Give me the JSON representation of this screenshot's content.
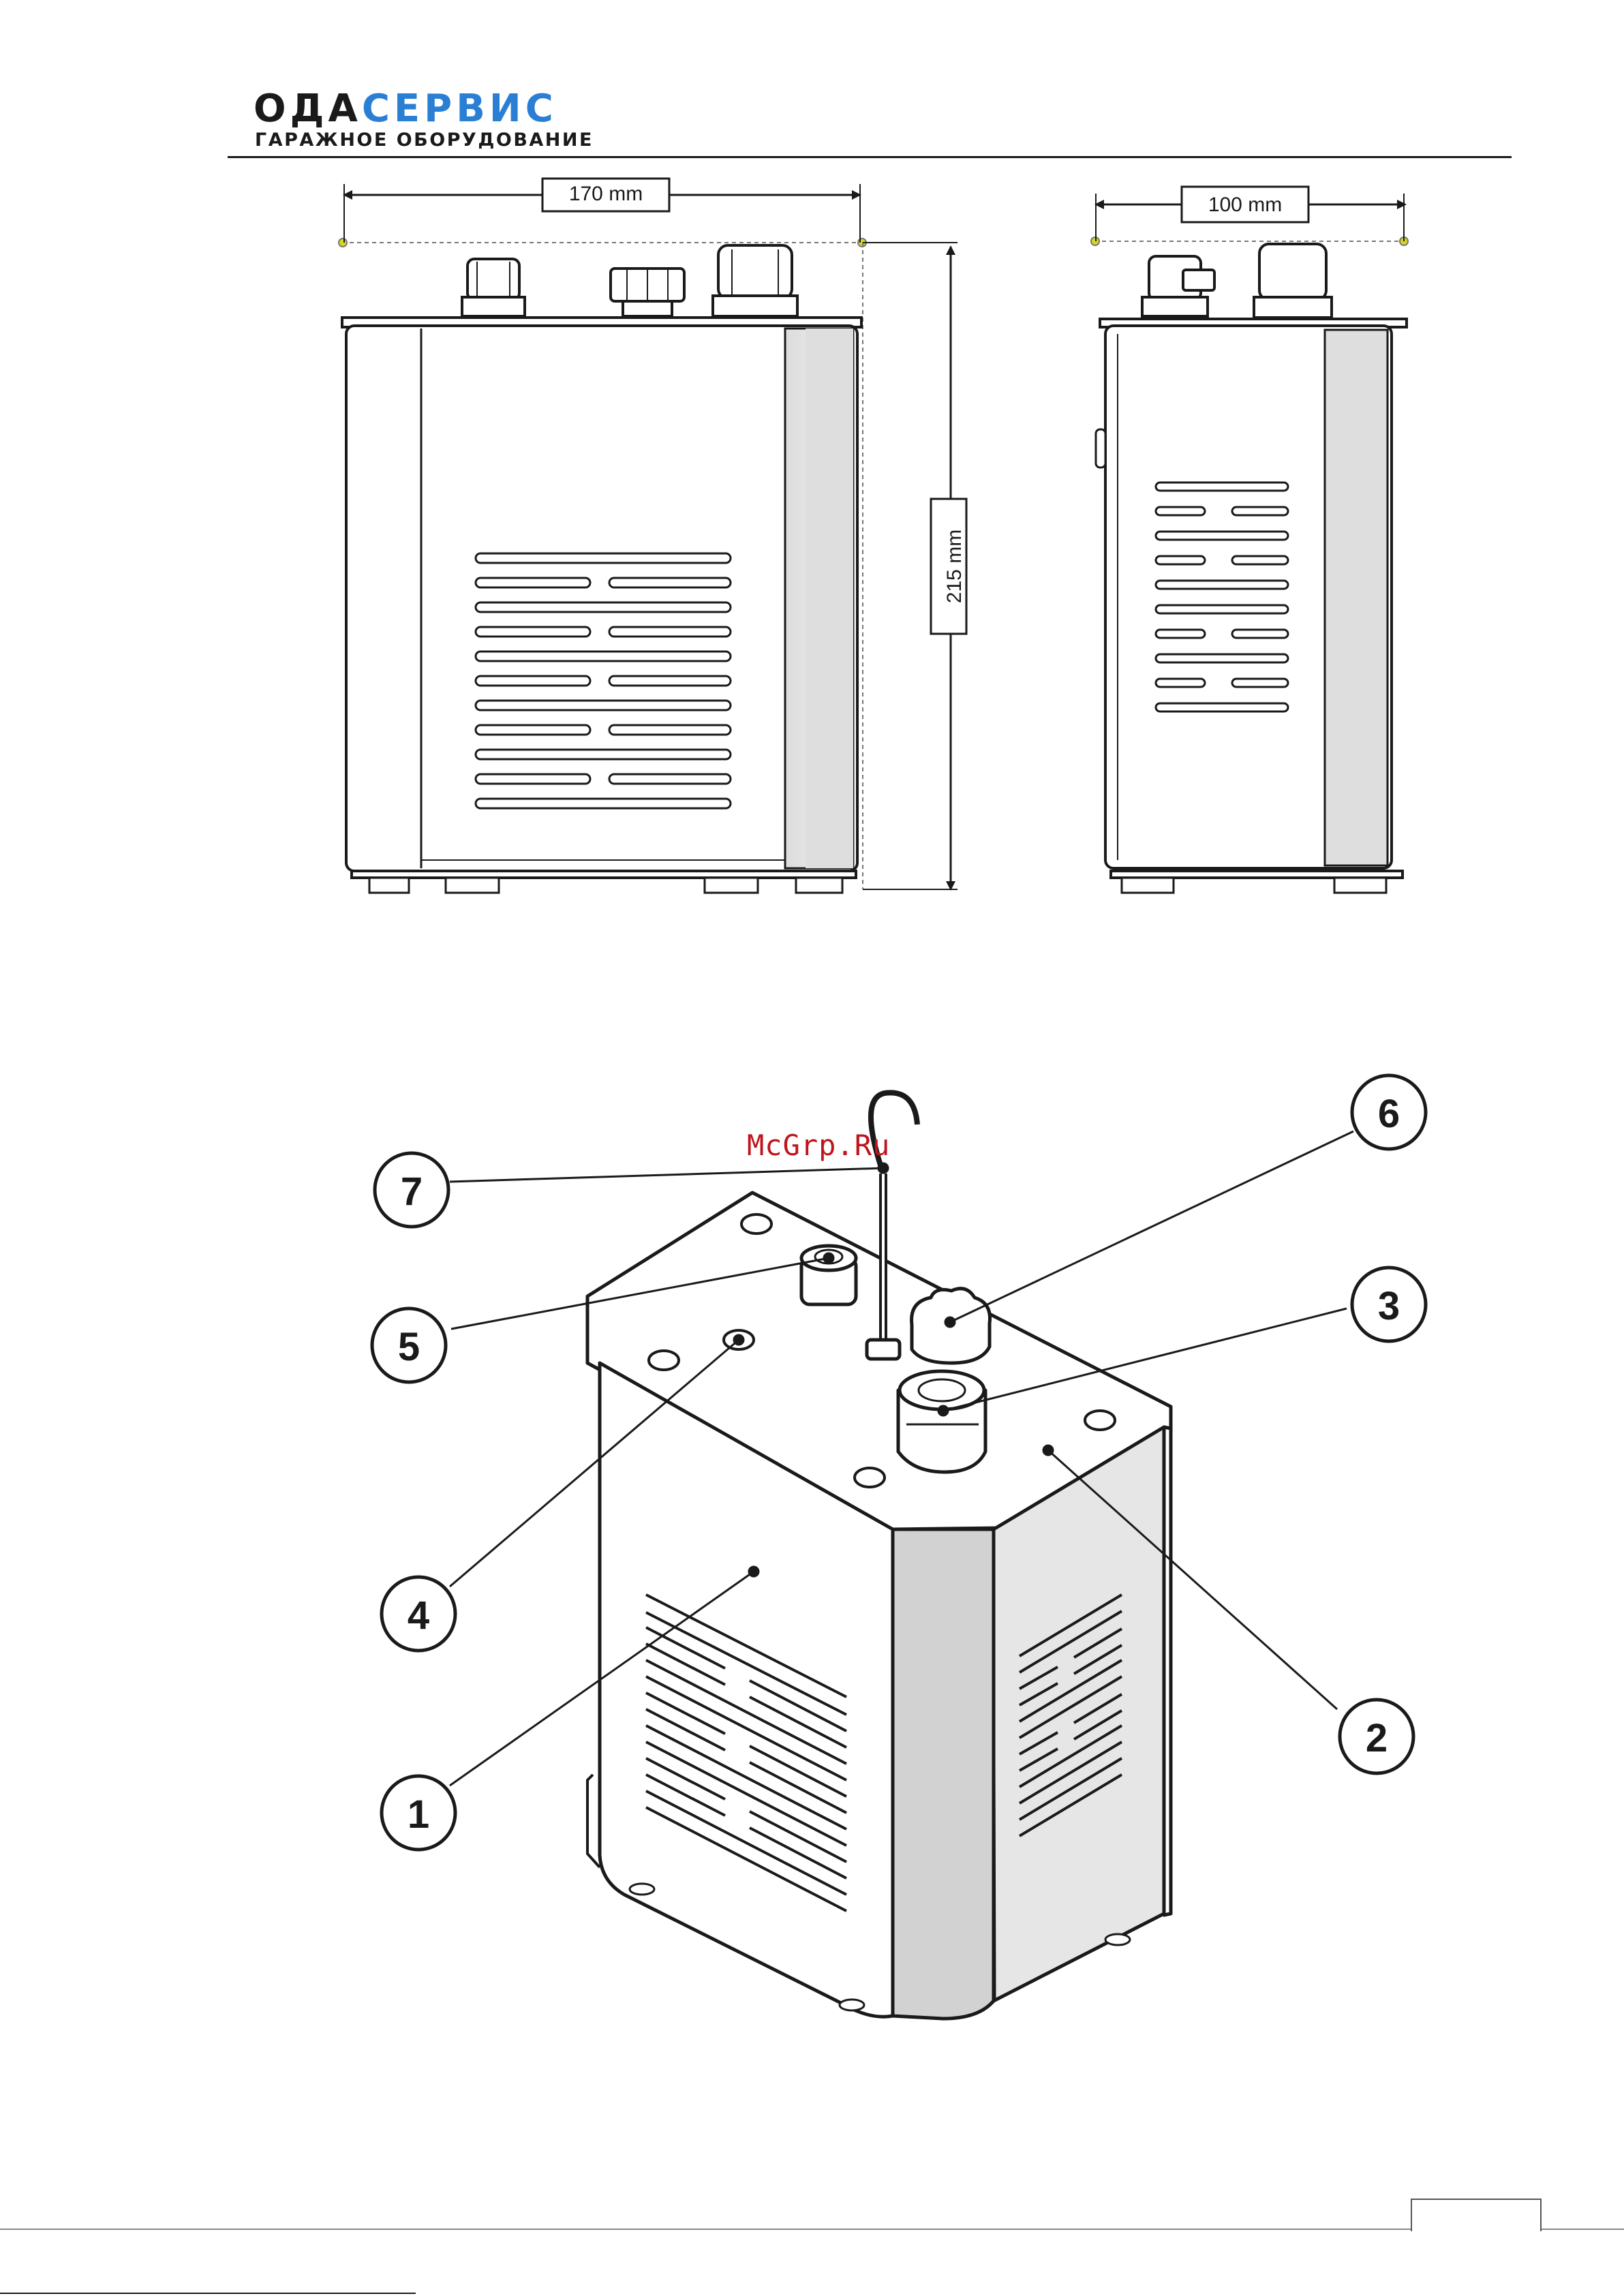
{
  "header": {
    "logo_dark": "ОДА",
    "logo_blue": "СЕРВИС",
    "logo_tagline": "ГАРАЖНОЕ ОБОРУДОВАНИЕ"
  },
  "drawing": {
    "dim_width": "170 mm",
    "dim_height": "215 mm",
    "dim_depth": "100 mm"
  },
  "callouts": [
    "1",
    "2",
    "3",
    "4",
    "5",
    "6",
    "7"
  ],
  "watermark": "McGrp.Ru",
  "colors": {
    "brand_blue": "#2a7fd4",
    "line": "#1a1a1a",
    "watermark": "#c0141b"
  }
}
